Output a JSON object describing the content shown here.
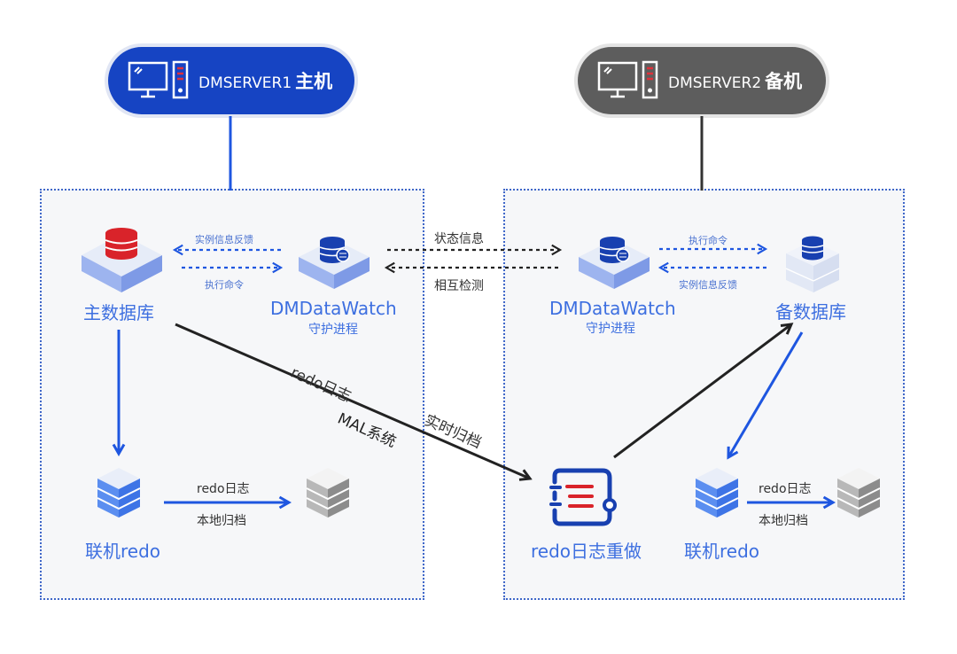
{
  "servers": {
    "primary": {
      "name": "DMSERVER1",
      "role": "主机",
      "color": "#1644c3"
    },
    "standby": {
      "name": "DMSERVER2",
      "role": "备机",
      "color": "#5d5d5d"
    }
  },
  "primary_zone": {
    "main_db_label": "主数据库",
    "watch_label": "DMDataWatch",
    "watch_sublabel": "守护进程",
    "feedback_label": "实例信息反馈",
    "command_label": "执行命令",
    "online_redo_label": "联机redo",
    "redo_log_label": "redo日志",
    "local_archive_label": "本地归档"
  },
  "cross_zone": {
    "status_label": "状态信息",
    "mutual_check_label": "相互检测",
    "redo_log_label": "redo日志",
    "mal_label": "MAL系统",
    "realtime_archive_label": "实时归档"
  },
  "standby_zone": {
    "watch_label": "DMDataWatch",
    "watch_sublabel": "守护进程",
    "command_label": "执行命令",
    "feedback_label": "实例信息反馈",
    "standby_db_label": "备数据库",
    "redo_apply_label": "redo日志重做",
    "online_redo_label": "联机redo",
    "redo_log_label": "redo日志",
    "local_archive_label": "本地归档"
  },
  "colors": {
    "accent_blue": "#1e56e0",
    "label_blue": "#3d6fe0",
    "db_red": "#d9232a",
    "db_navy": "#1840b0",
    "arrow_dark": "#222222"
  }
}
